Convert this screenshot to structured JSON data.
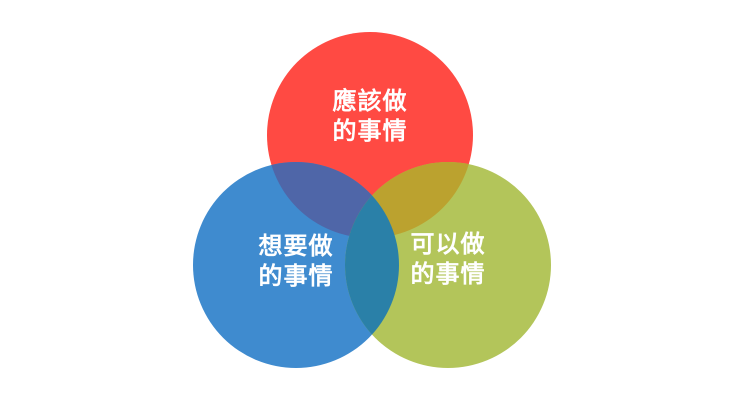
{
  "diagram": {
    "type": "venn",
    "circles": [
      {
        "id": "should",
        "lines": [
          "應該做",
          "的事情"
        ],
        "color": "#ff4a43"
      },
      {
        "id": "want",
        "lines": [
          "想要做",
          "的事情"
        ],
        "color": "#3f8bcf"
      },
      {
        "id": "can",
        "lines": [
          "可以做",
          "的事情"
        ],
        "color": "#b3c55a"
      }
    ],
    "overlap_colors": {
      "should_want": "#4f66a8",
      "should_can": "#bba22f",
      "want_can": "#2a80a8"
    }
  }
}
